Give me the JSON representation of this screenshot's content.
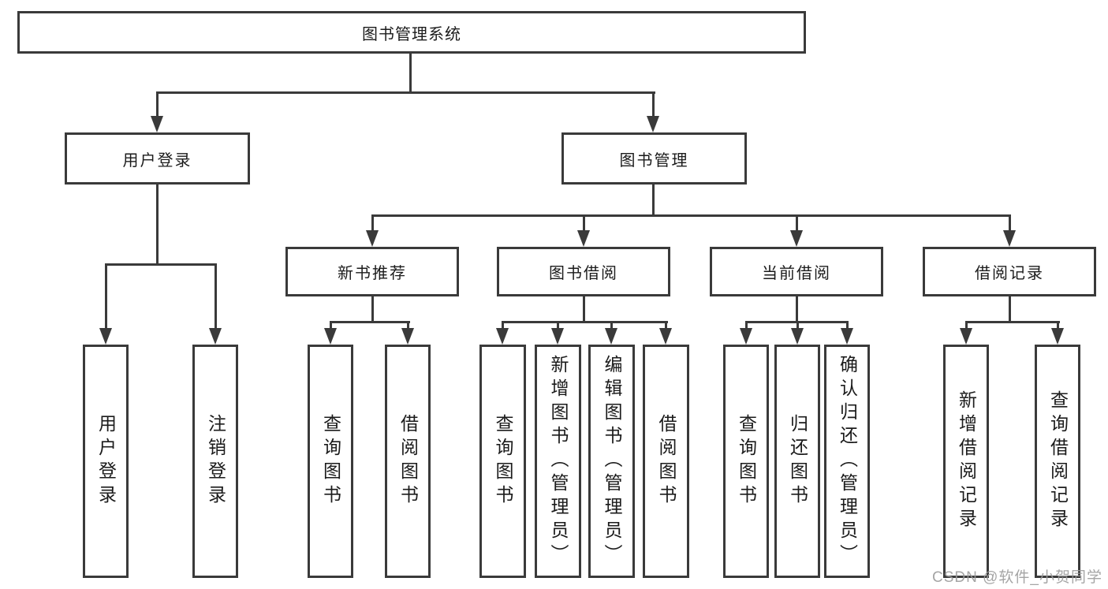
{
  "root": {
    "label": "图书管理系统"
  },
  "nodes": {
    "user_login": {
      "label": "用户登录"
    },
    "book_mgmt": {
      "label": "图书管理"
    },
    "new_books": {
      "label": "新书推荐"
    },
    "book_borrow": {
      "label": "图书借阅"
    },
    "current_borrow": {
      "label": "当前借阅"
    },
    "borrow_records": {
      "label": "借阅记录"
    }
  },
  "leaves": {
    "login": {
      "label": "用户登录"
    },
    "logout": {
      "label": "注销登录"
    },
    "nb_query": {
      "label": "查询图书"
    },
    "nb_borrow": {
      "label": "借阅图书"
    },
    "bb_query": {
      "label": "查询图书"
    },
    "bb_add": {
      "label": "新增图书（管理员）"
    },
    "bb_edit": {
      "label": "编辑图书（管理员）"
    },
    "bb_borrow": {
      "label": "借阅图书"
    },
    "cb_query": {
      "label": "查询图书"
    },
    "cb_return": {
      "label": "归还图书"
    },
    "cb_confirm": {
      "label": "确认归还（管理员）"
    },
    "br_add": {
      "label": "新增借阅记录"
    },
    "br_query": {
      "label": "查询借阅记录"
    }
  },
  "watermark": {
    "text": "CSDN @软件_小贺同学"
  },
  "colors": {
    "line": "#3a3a3a",
    "text": "#1b1b1b",
    "background": "#ffffff",
    "watermark": "#9b9b9b"
  }
}
